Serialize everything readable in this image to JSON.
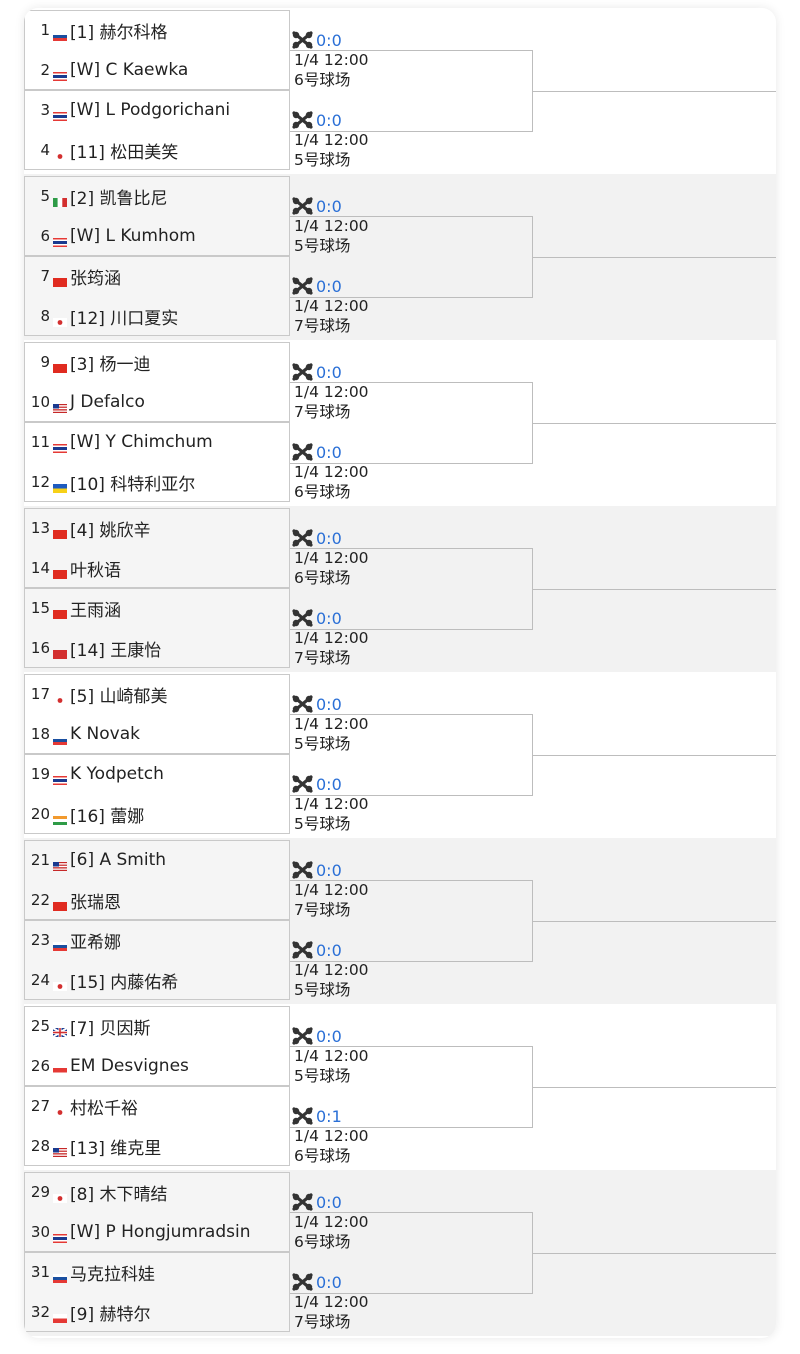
{
  "flags": {
    "SVK": {
      "type": "h3",
      "c": [
        "#ffffff",
        "#1a4fa0",
        "#e53935"
      ],
      "name": "slovakia-flag-icon"
    },
    "SLO": {
      "type": "h3",
      "c": [
        "#ffffff",
        "#1a4fa0",
        "#e53935"
      ],
      "name": "slovenia-flag-icon"
    },
    "THA": {
      "type": "thai",
      "c": [
        "#e53935",
        "#ffffff",
        "#1a3a8f"
      ],
      "name": "thailand-flag-icon"
    },
    "JPN": {
      "type": "dot",
      "c": [
        "#ffffff",
        "#d32f2f"
      ],
      "name": "japan-flag-icon"
    },
    "ITA": {
      "type": "v3",
      "c": [
        "#2e9b47",
        "#ffffff",
        "#d32f2f"
      ],
      "name": "italy-flag-icon"
    },
    "CHN": {
      "type": "solid",
      "c": [
        "#e02b20"
      ],
      "name": "china-flag-icon"
    },
    "USA": {
      "type": "usa",
      "c": [
        "#c62828",
        "#ffffff",
        "#1a3a8f"
      ],
      "name": "usa-flag-icon"
    },
    "UKR": {
      "type": "h2",
      "c": [
        "#1e5bbf",
        "#f7d117"
      ],
      "name": "ukraine-flag-icon"
    },
    "HKG": {
      "type": "solid",
      "c": [
        "#d32f2f"
      ],
      "name": "hong-kong-flag-icon"
    },
    "IND": {
      "type": "h3",
      "c": [
        "#f29a2e",
        "#ffffff",
        "#2e9b47"
      ],
      "name": "india-flag-icon"
    },
    "RUS": {
      "type": "h3",
      "c": [
        "#ffffff",
        "#1a4fa0",
        "#e53935"
      ],
      "name": "russia-flag-icon"
    },
    "GBR": {
      "type": "gbr",
      "c": [
        "#1a3a8f",
        "#ffffff",
        "#d32f2f"
      ],
      "name": "great-britain-flag-icon"
    },
    "SGP": {
      "type": "h2",
      "c": [
        "#e53935",
        "#ffffff"
      ],
      "name": "singapore-flag-icon"
    },
    "POL": {
      "type": "h2",
      "c": [
        "#ffffff",
        "#e53935"
      ],
      "name": "poland-flag-icon"
    }
  },
  "players": [
    {
      "num": "1",
      "flag": "SVK",
      "name": "[1] 赫尔科格"
    },
    {
      "num": "2",
      "flag": "THA",
      "name": "[W] C Kaewka"
    },
    {
      "num": "3",
      "flag": "THA",
      "name": "[W] L Podgorichani"
    },
    {
      "num": "4",
      "flag": "JPN",
      "name": "[11] 松田美笑"
    },
    {
      "num": "5",
      "flag": "ITA",
      "name": "[2] 凯鲁比尼"
    },
    {
      "num": "6",
      "flag": "THA",
      "name": "[W] L Kumhom"
    },
    {
      "num": "7",
      "flag": "CHN",
      "name": "张筠涵"
    },
    {
      "num": "8",
      "flag": "JPN",
      "name": "[12] 川口夏实"
    },
    {
      "num": "9",
      "flag": "CHN",
      "name": "[3] 杨一迪"
    },
    {
      "num": "10",
      "flag": "USA",
      "name": "J Defalco"
    },
    {
      "num": "11",
      "flag": "THA",
      "name": "[W] Y Chimchum"
    },
    {
      "num": "12",
      "flag": "UKR",
      "name": "[10] 科特利亚尔"
    },
    {
      "num": "13",
      "flag": "CHN",
      "name": "[4] 姚欣辛"
    },
    {
      "num": "14",
      "flag": "CHN",
      "name": "叶秋语"
    },
    {
      "num": "15",
      "flag": "CHN",
      "name": "王雨涵"
    },
    {
      "num": "16",
      "flag": "HKG",
      "name": "[14] 王康怡"
    },
    {
      "num": "17",
      "flag": "JPN",
      "name": "[5] 山崎郁美"
    },
    {
      "num": "18",
      "flag": "SLO",
      "name": "K Novak"
    },
    {
      "num": "19",
      "flag": "THA",
      "name": "K Yodpetch"
    },
    {
      "num": "20",
      "flag": "IND",
      "name": "[16] 蕾娜"
    },
    {
      "num": "21",
      "flag": "USA",
      "name": "[6] A Smith"
    },
    {
      "num": "22",
      "flag": "CHN",
      "name": "张瑞恩"
    },
    {
      "num": "23",
      "flag": "RUS",
      "name": "亚希娜"
    },
    {
      "num": "24",
      "flag": "JPN",
      "name": "[15] 内藤佑希"
    },
    {
      "num": "25",
      "flag": "GBR",
      "name": "[7] 贝因斯"
    },
    {
      "num": "26",
      "flag": "SGP",
      "name": "EM Desvignes"
    },
    {
      "num": "27",
      "flag": "JPN",
      "name": "村松千裕"
    },
    {
      "num": "28",
      "flag": "USA",
      "name": "[13] 维克里"
    },
    {
      "num": "29",
      "flag": "JPN",
      "name": "[8] 木下晴结"
    },
    {
      "num": "30",
      "flag": "THA",
      "name": "[W] P Hongjumradsin"
    },
    {
      "num": "31",
      "flag": "RUS",
      "name": "马克拉科娃"
    },
    {
      "num": "32",
      "flag": "POL",
      "name": "[9] 赫特尔"
    }
  ],
  "matches": [
    {
      "score": "0:0",
      "time": "1/4 12:00",
      "court": "6号球场"
    },
    {
      "score": "0:0",
      "time": "1/4 12:00",
      "court": "5号球场"
    },
    {
      "score": "0:0",
      "time": "1/4 12:00",
      "court": "5号球场"
    },
    {
      "score": "0:0",
      "time": "1/4 12:00",
      "court": "7号球场"
    },
    {
      "score": "0:0",
      "time": "1/4 12:00",
      "court": "7号球场"
    },
    {
      "score": "0:0",
      "time": "1/4 12:00",
      "court": "6号球场"
    },
    {
      "score": "0:0",
      "time": "1/4 12:00",
      "court": "6号球场"
    },
    {
      "score": "0:0",
      "time": "1/4 12:00",
      "court": "7号球场"
    },
    {
      "score": "0:0",
      "time": "1/4 12:00",
      "court": "5号球场"
    },
    {
      "score": "0:0",
      "time": "1/4 12:00",
      "court": "5号球场"
    },
    {
      "score": "0:0",
      "time": "1/4 12:00",
      "court": "7号球场"
    },
    {
      "score": "0:0",
      "time": "1/4 12:00",
      "court": "5号球场"
    },
    {
      "score": "0:0",
      "time": "1/4 12:00",
      "court": "5号球场"
    },
    {
      "score": "0:1",
      "time": "1/4 12:00",
      "court": "6号球场"
    },
    {
      "score": "0:0",
      "time": "1/4 12:00",
      "court": "6号球场"
    },
    {
      "score": "0:0",
      "time": "1/4 12:00",
      "court": "7号球场"
    }
  ],
  "colors": {
    "score_link": "#2a6fd6",
    "alt_band": "#f2f2f2",
    "border": "#c9c9c9"
  },
  "icons": {
    "match_icon": "crossed-racquets-icon"
  }
}
